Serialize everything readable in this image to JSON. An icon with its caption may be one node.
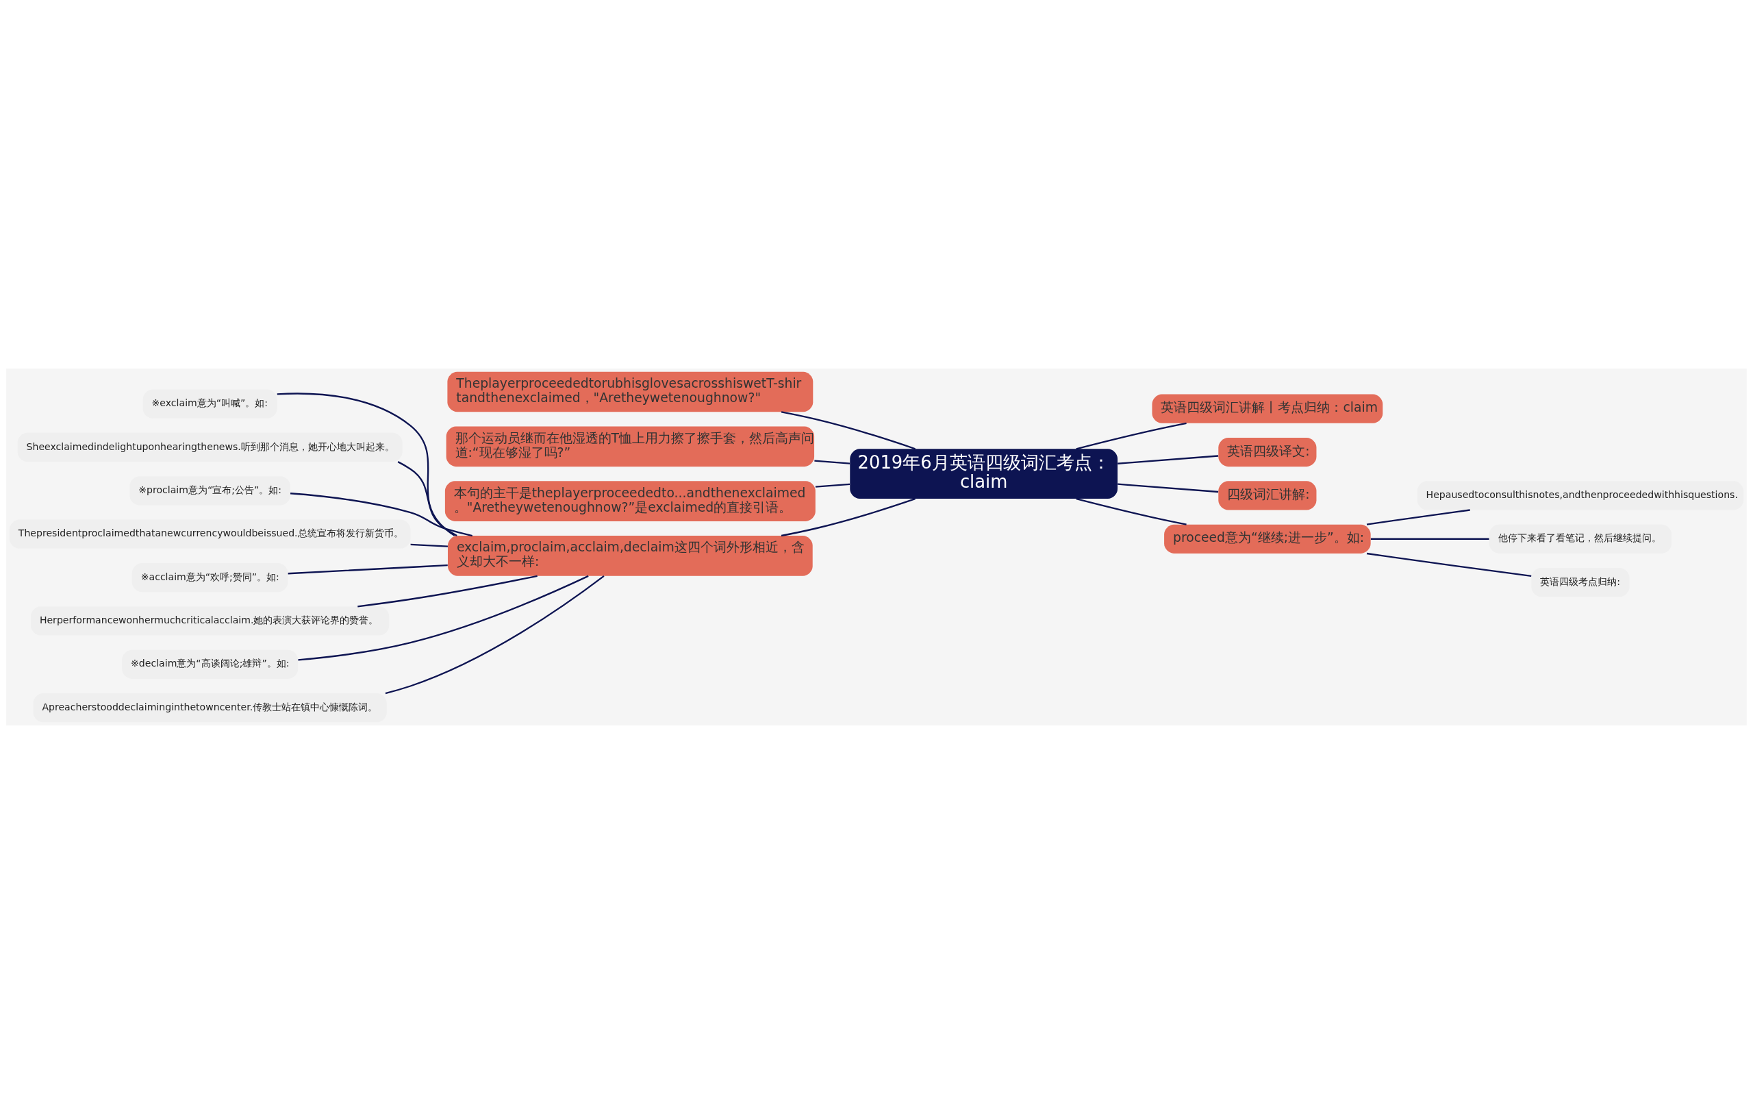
{
  "diagram": {
    "nodes": [
      {
        "text": [
          "2019年6月英语四级词汇考点：claim"
        ]
      },
      {
        "text": [
          "TheplayerproceededtorubhisglovesacrosshiswetT-shirtandthenexclaimed，\"Aretheywetenoughnow?\""
        ]
      },
      {
        "text": [
          "那个运动员继而在他湿透的T恤上用力擦了擦手套，然后高声问道:“现在够湿了吗?”"
        ]
      },
      {
        "text": [
          "本句的主干是theplayerproceededto...andthenexclaimed。\"Aretheywetenoughnow?”是exclaimed的直接引语。"
        ]
      },
      {
        "text": [
          "exclaim,proclaim,acclaim,declaim这四个词外形相近，含义却大不一样:"
        ]
      },
      {
        "text": [
          "※exclaim意为“叫喊”。如:"
        ]
      },
      {
        "text": [
          "Sheexclaimedindelightuponhearingthenews.听到那个消息，她开心地大叫起来。"
        ]
      },
      {
        "text": [
          "※proclaim意为“宣布;公告”。如:"
        ]
      },
      {
        "text": [
          "Thepresidentproclaimedthatanewcurrencywouldbeissued.总统宣布将发行新货币。"
        ]
      },
      {
        "text": [
          "※acclaim意为“欢呼;赞同”。如:"
        ]
      },
      {
        "text": [
          "Herperformancewonhermuchcriticalacclaim.她的表演大获评论界的赞誉。"
        ]
      },
      {
        "text": [
          "※declaim意为“高谈阔论;雄辩”。如:"
        ]
      },
      {
        "text": [
          "Apreacherstooddeclaiminginthetowncenter.传教士站在镇中心慷慨陈词。"
        ]
      },
      {
        "text": [
          "英语四级词汇讲解丨考点归纳：claim"
        ]
      },
      {
        "text": [
          "英语四级译文:"
        ]
      },
      {
        "text": [
          "四级词汇讲解:"
        ]
      },
      {
        "text": [
          "proceed意为“继续;进一步”。如:"
        ]
      },
      {
        "text": [
          "Hepausedtoconsulthisnotes,andthenproceededwithhisquestions."
        ]
      },
      {
        "text": [
          "他停下来看了看笔记，然后继续提问。"
        ]
      },
      {
        "text": [
          "英语四级考点归纳:"
        ]
      }
    ],
    "edges": [
      {
        "from": 0,
        "to": 1,
        "arrow": "none"
      },
      {
        "from": 0,
        "to": 2,
        "arrow": "none"
      },
      {
        "from": 0,
        "to": 3,
        "arrow": "none"
      },
      {
        "from": 0,
        "to": 4,
        "arrow": "none"
      },
      {
        "from": 4,
        "to": 5,
        "arrow": "none"
      },
      {
        "from": 4,
        "to": 6,
        "arrow": "none"
      },
      {
        "from": 4,
        "to": 7,
        "arrow": "none"
      },
      {
        "from": 4,
        "to": 8,
        "arrow": "none"
      },
      {
        "from": 4,
        "to": 9,
        "arrow": "none"
      },
      {
        "from": 4,
        "to": 10,
        "arrow": "none"
      },
      {
        "from": 4,
        "to": 11,
        "arrow": "none"
      },
      {
        "from": 4,
        "to": 12,
        "arrow": "none"
      },
      {
        "from": 0,
        "to": 13,
        "arrow": "none"
      },
      {
        "from": 0,
        "to": 14,
        "arrow": "none"
      },
      {
        "from": 0,
        "to": 15,
        "arrow": "none"
      },
      {
        "from": 0,
        "to": 16,
        "arrow": "none"
      },
      {
        "from": 16,
        "to": 17,
        "arrow": "none"
      },
      {
        "from": 16,
        "to": 18,
        "arrow": "none"
      },
      {
        "from": 16,
        "to": 19,
        "arrow": "none"
      }
    ]
  }
}
